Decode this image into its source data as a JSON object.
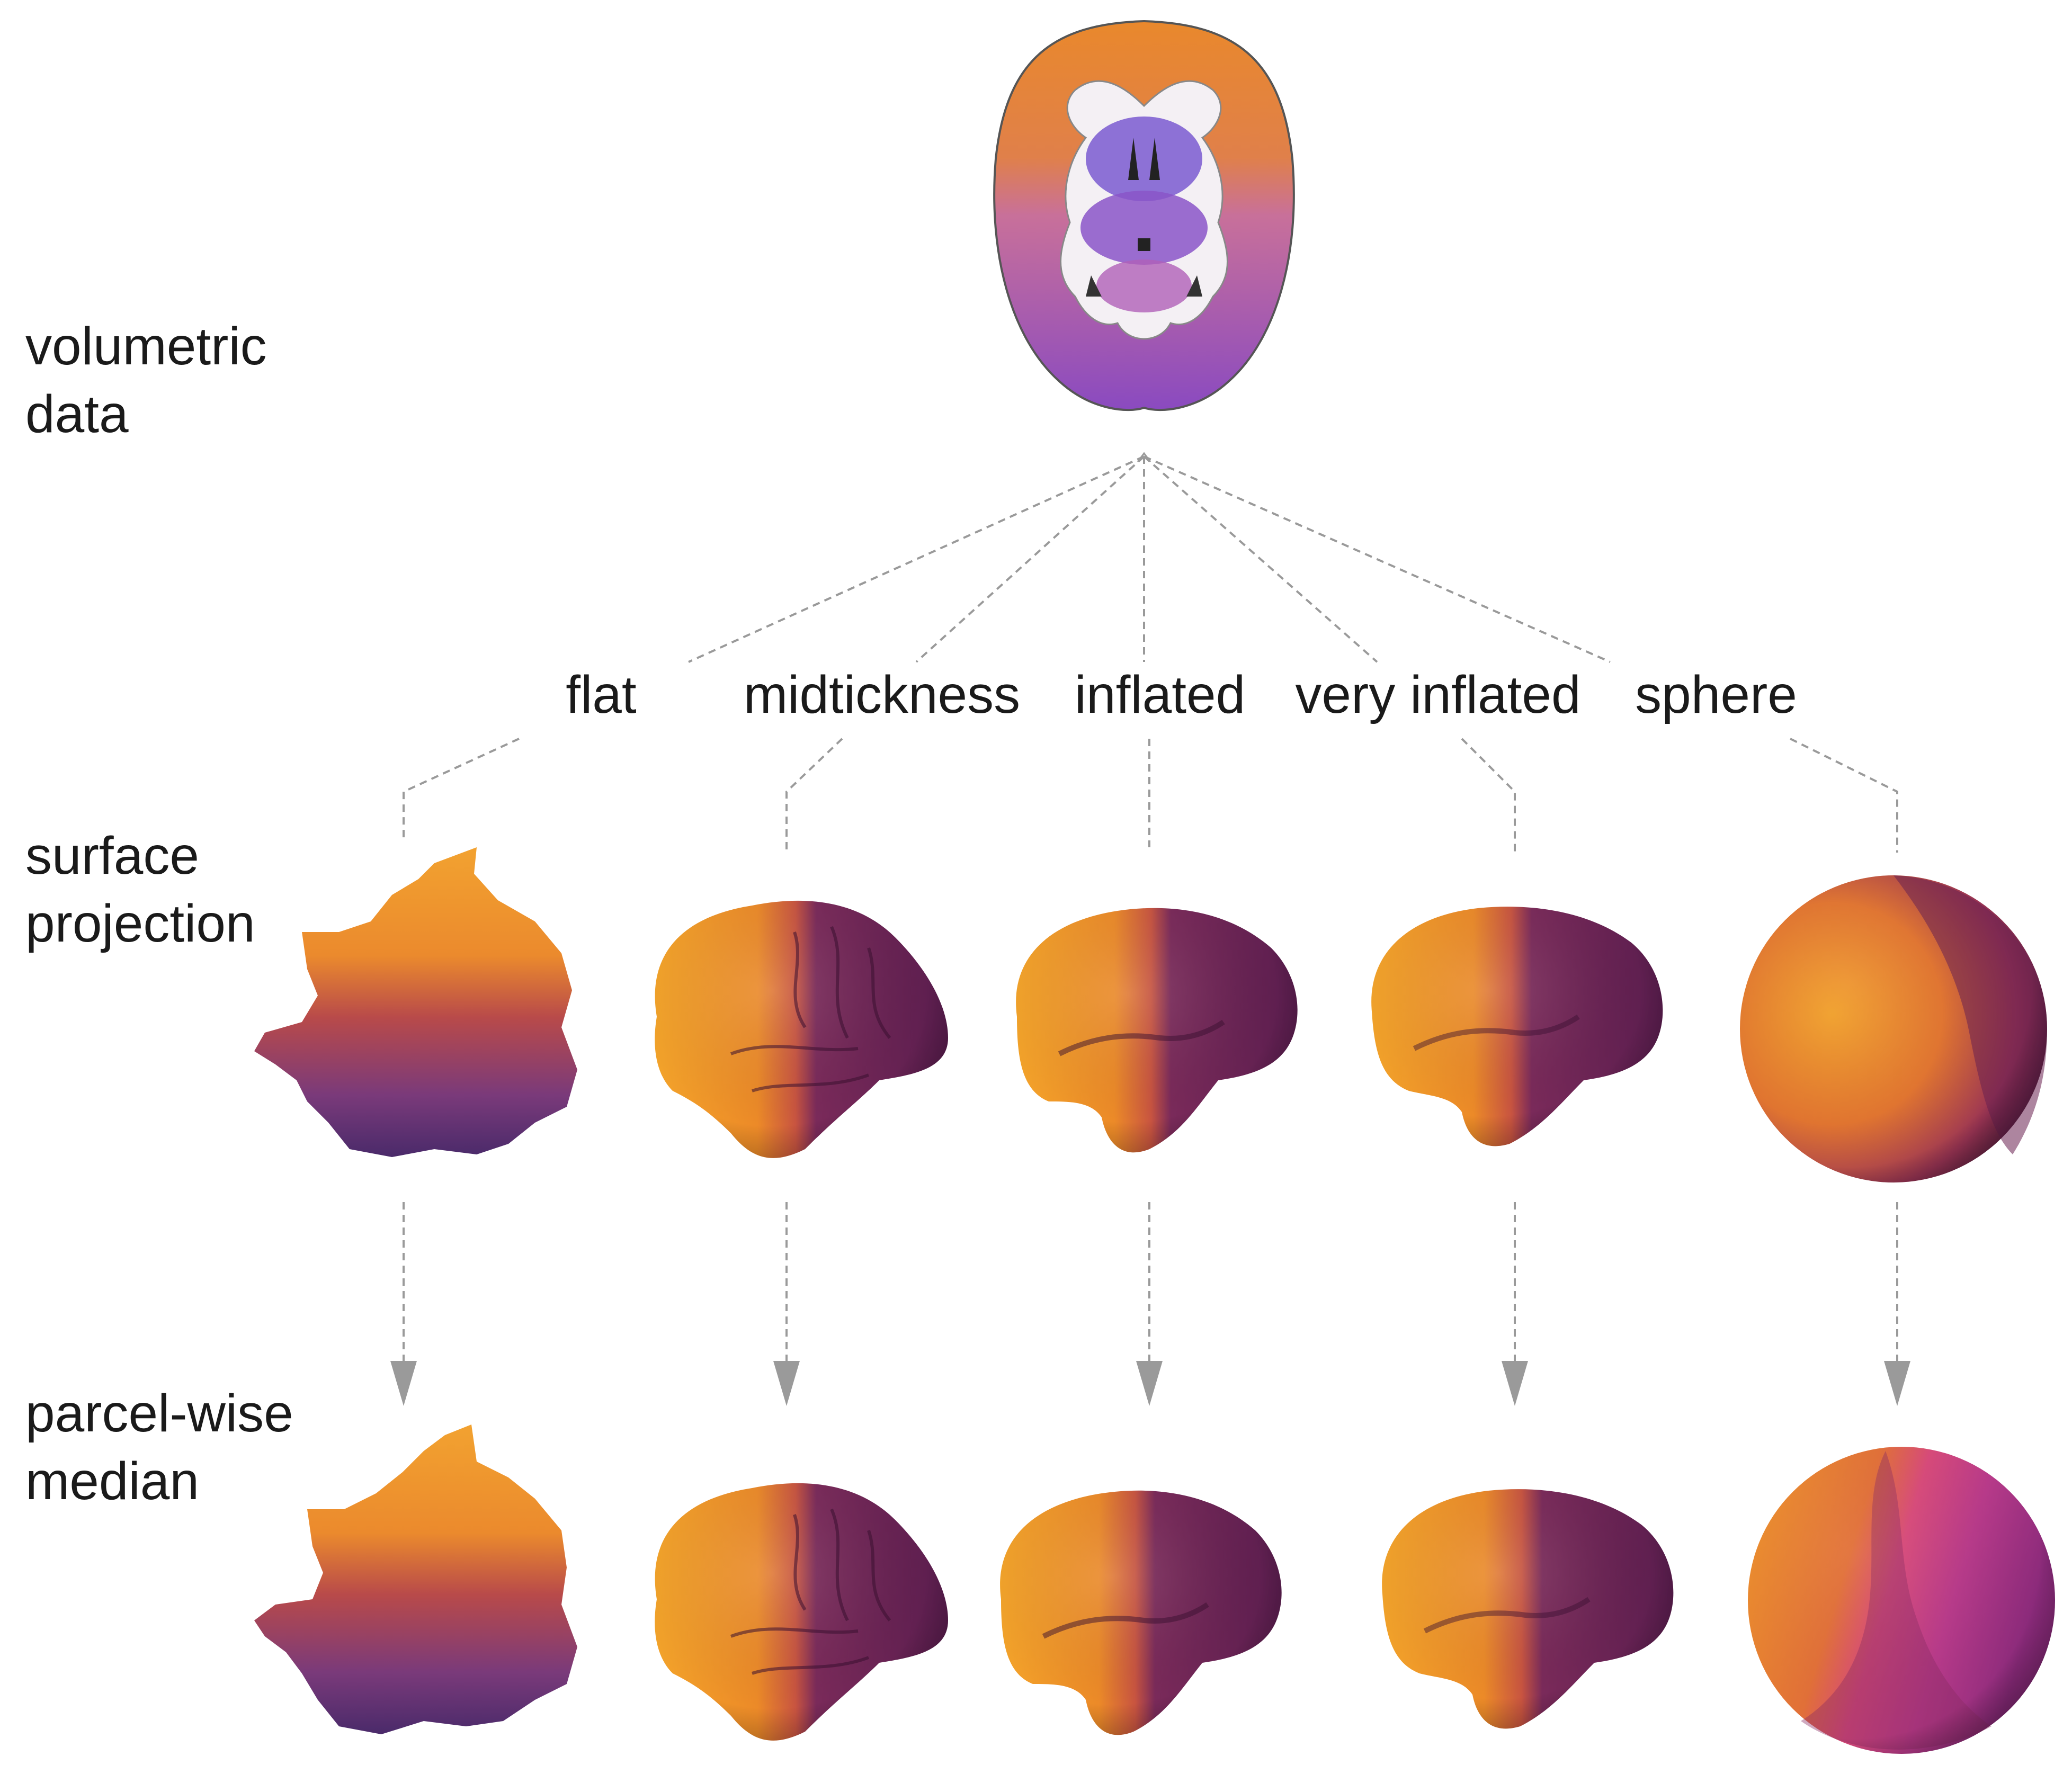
{
  "row_labels": {
    "volumetric": [
      "volumetric",
      "data"
    ],
    "surface": [
      "surface",
      "projection"
    ],
    "parcel": [
      "parcel-wise",
      "median"
    ]
  },
  "column_labels": [
    "flat",
    "midtickness",
    "inflated",
    "very inflated",
    "sphere"
  ],
  "colors": {
    "arrow_gray": "#9a9a9a",
    "inferno_yellow": "#f6a623",
    "inferno_orange": "#e0682a",
    "inferno_red": "#a8334f",
    "inferno_purple": "#5a1d52",
    "volume_purple": "#7a5bd0",
    "volume_pink": "#c865b8"
  }
}
